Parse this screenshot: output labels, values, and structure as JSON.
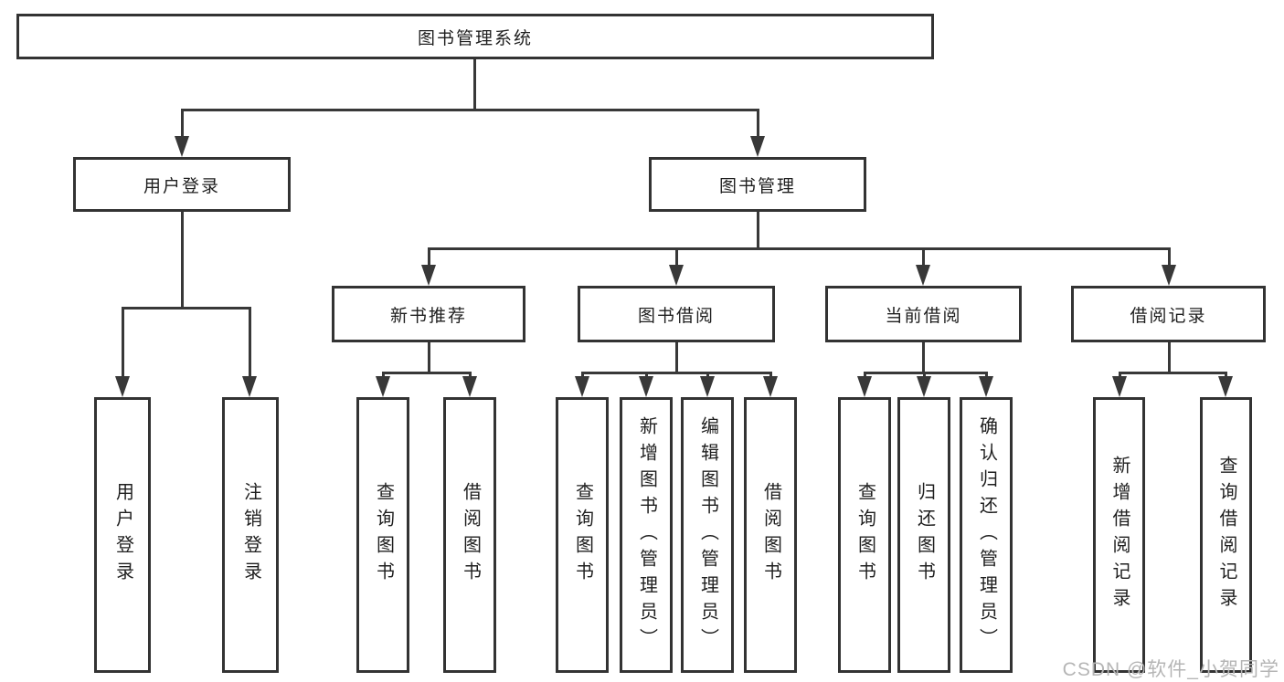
{
  "diagram": {
    "root": {
      "label": "图书管理系统"
    },
    "branches": [
      {
        "label": "用户登录",
        "leaves": [
          {
            "label": "用户登录"
          },
          {
            "label": "注销登录"
          }
        ]
      },
      {
        "label": "图书管理",
        "sections": [
          {
            "label": "新书推荐",
            "leaves": [
              {
                "label": "查询图书"
              },
              {
                "label": "借阅图书"
              }
            ]
          },
          {
            "label": "图书借阅",
            "leaves": [
              {
                "label": "查询图书"
              },
              {
                "label": "新增图书（管理员）"
              },
              {
                "label": "编辑图书（管理员）"
              },
              {
                "label": "借阅图书"
              }
            ]
          },
          {
            "label": "当前借阅",
            "leaves": [
              {
                "label": "查询图书"
              },
              {
                "label": "归还图书"
              },
              {
                "label": "确认归还（管理员）"
              }
            ]
          },
          {
            "label": "借阅记录",
            "leaves": [
              {
                "label": "新增借阅记录"
              },
              {
                "label": "查询借阅记录"
              }
            ]
          }
        ]
      }
    ],
    "watermark": "CSDN @软件_小贺同学",
    "colors": {
      "line": "#383838",
      "border": "#333333",
      "text": "#1f1f1f",
      "watermark": "#b5b5b5",
      "background": "#ffffff"
    }
  }
}
